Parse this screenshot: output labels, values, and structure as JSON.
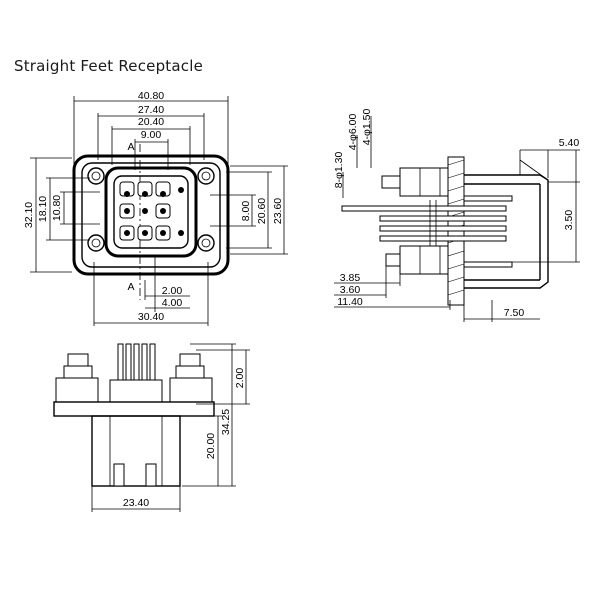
{
  "title": "Straight Feet Receptacle",
  "views": {
    "front": {
      "dims": {
        "overall_width": "40.80",
        "mount_width": "27.40",
        "inner_width": "20.40",
        "pin_width": "9.00",
        "overall_height": "32.10",
        "height_a": "18.10",
        "height_b": "10.80",
        "height_c": "8.00",
        "height_d": "20.60",
        "height_e": "23.60",
        "pin_pitch": "2.00",
        "pin_pitch2": "4.00",
        "bottom_width": "30.40"
      },
      "section_mark_top": "A",
      "section_mark_bottom": "A"
    },
    "side": {
      "dims": {
        "d1": "8-φ1.30",
        "d2": "4-φ6.00",
        "d3": "4-φ1.50",
        "flange": "5.40",
        "pin_offset": "3.50",
        "l1": "3.85",
        "l2": "3.60",
        "l3": "11.40",
        "depth": "7.50"
      }
    },
    "bottom": {
      "dims": {
        "pin_height": "2.00",
        "total_height": "34.25",
        "body_height": "20.00",
        "body_width": "23.40"
      }
    }
  }
}
